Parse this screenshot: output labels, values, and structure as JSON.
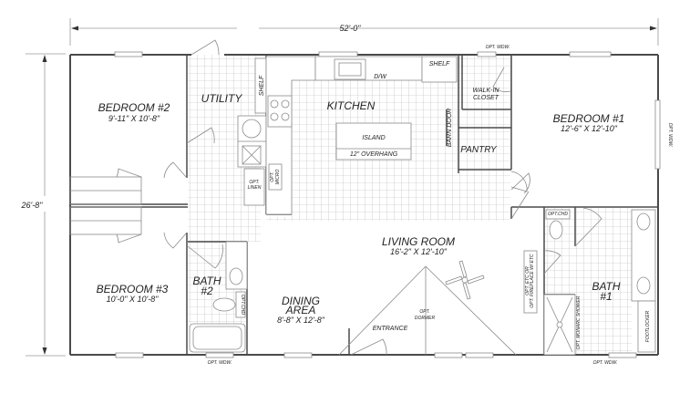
{
  "dimensions": {
    "width": "52'-0\"",
    "depth": "26'-8\""
  },
  "rooms": {
    "bedroom2": {
      "name": "BEDROOM #2",
      "size": "9'-11\" X 10'-8\""
    },
    "bedroom3": {
      "name": "BEDROOM #3",
      "size": "10'-0\" X 10'-8\""
    },
    "bedroom1": {
      "name": "BEDROOM #1",
      "size": "12'-6\" X 12'-10\""
    },
    "utility": {
      "name": "UTILITY"
    },
    "kitchen": {
      "name": "KITCHEN"
    },
    "living": {
      "name": "LIVING ROOM",
      "size": "16'-2\" X 12'-10\""
    },
    "dining": {
      "name_line1": "DINING",
      "name_line2": "AREA",
      "size": "8'-8\" X 12'-8\""
    },
    "bath2": {
      "name_line1": "BATH",
      "name_line2": "#2"
    },
    "bath1": {
      "name_line1": "BATH",
      "name_line2": "#1"
    },
    "walkin": {
      "line1": "WALK-IN",
      "line2": "CLOSET"
    },
    "pantry": {
      "name": "PANTRY"
    }
  },
  "labels": {
    "island": "ISLAND",
    "overhang": "12\" OVERHANG",
    "dw": "D/W",
    "shelf_kitchen": "SHELF",
    "shelf_utility": "SHELF",
    "barn_door": "BARN DOOR",
    "opt_micro_1": "OPT.",
    "opt_micro_2": "MICRO",
    "opt_linen_1": "OPT.",
    "opt_linen_2": "LINEN",
    "opt_wdw_top": "OPT. WDW.",
    "opt_wdw_right": "OPT. WDW.",
    "opt_wdw_bottom_left": "OPT. WDW.",
    "opt_wdw_bottom_right": "OPT. WDW.",
    "opt_dormer_1": "OPT.",
    "opt_dormer_2": "DORMER",
    "entrance": "ENTRANCE",
    "opt_etc_1": "OPT. ETC OR",
    "opt_etc_2": "OPT. FIREPLACE W/ ETC",
    "opt_monarc": "OPT. MONARC SHOWER",
    "footlocker": "FOOTLOCKER",
    "opt_chd_bath2": "OPT.CHD",
    "opt_chd_bath1": "OPT.CHD"
  }
}
